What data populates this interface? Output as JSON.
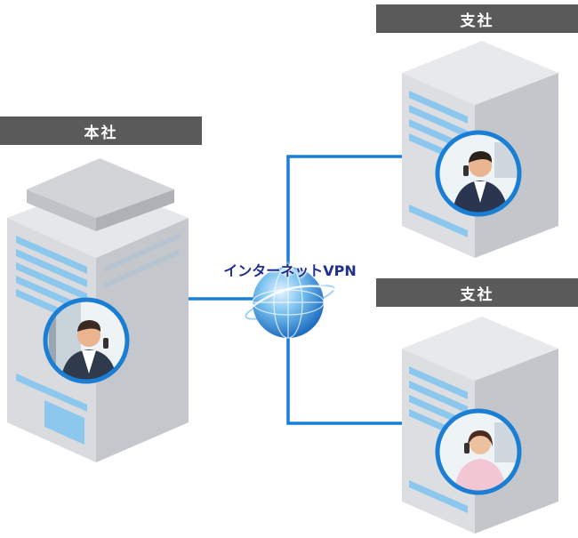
{
  "nodes": {
    "headquarters": {
      "label": "本社"
    },
    "branch_top": {
      "label": "支社"
    },
    "branch_bottom": {
      "label": "支社"
    }
  },
  "network": {
    "label": "インターネットVPN"
  },
  "colors": {
    "label_bar": "#5a5a5a",
    "connection_line": "#1a7fd4",
    "vpn_text": "#1f2f8c",
    "building_light": "#dfe1e4",
    "building_mid": "#c8cbcf",
    "building_dark": "#b3b7bc",
    "window": "#8cc8ee",
    "avatar_ring": "#1a7fd4"
  }
}
